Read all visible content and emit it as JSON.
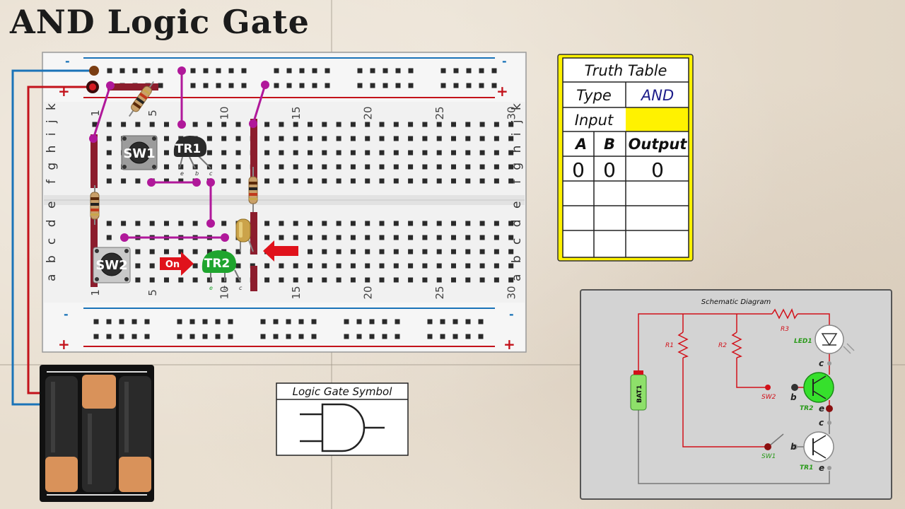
{
  "title": "AND Logic Gate",
  "breadboard": {
    "top_rows": "f g h i j k",
    "bottom_rows": "a b c d e",
    "col_numbers": [
      "1",
      "5",
      "10",
      "15",
      "20",
      "25",
      "30"
    ],
    "rail_minus": "-",
    "rail_plus": "+",
    "components": {
      "sw1": "SW1",
      "sw2": "SW2",
      "tr1": "TR1",
      "tr2": "TR2",
      "pin_e": "e",
      "pin_b": "b",
      "pin_c": "c",
      "on_label": "On"
    }
  },
  "truth_table": {
    "title": "Truth Table",
    "type_label": "Type",
    "type_value": "AND",
    "input_label": "Input",
    "col_a": "A",
    "col_b": "B",
    "col_output": "Output",
    "rows": [
      {
        "a": "0",
        "b": "0",
        "out": "0"
      },
      {
        "a": "",
        "b": "",
        "out": ""
      },
      {
        "a": "",
        "b": "",
        "out": ""
      },
      {
        "a": "",
        "b": "",
        "out": ""
      }
    ]
  },
  "logic_symbol": {
    "title": "Logic Gate Symbol"
  },
  "schematic": {
    "title": "Schematic Diagram",
    "r1": "R1",
    "r2": "R2",
    "r3": "R3",
    "led": "LED1",
    "bat": "BAT1",
    "sw1": "SW1",
    "sw2": "SW2",
    "tr1": "TR1",
    "tr2": "TR2",
    "c": "c",
    "b": "b",
    "e": "e"
  },
  "colors": {
    "wire_purple": "#b0189a",
    "wire_red": "#c3121b",
    "wire_blue": "#1a73b8",
    "tr2_green": "#1fa52e",
    "highlight_yellow": "#fff200",
    "arrow_red": "#e0121b"
  }
}
